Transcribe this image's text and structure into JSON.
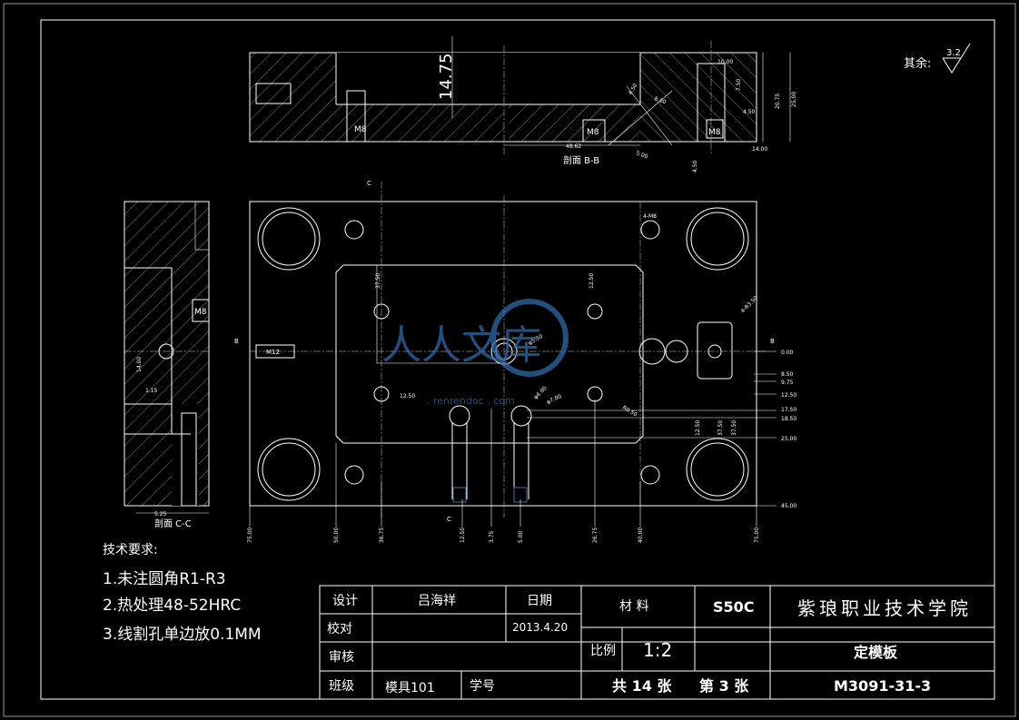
{
  "views": {
    "section_bb_label": "剖面 B-B",
    "section_cc_label": "剖面 C-C",
    "marker_b": "B",
    "marker_c": "C"
  },
  "roughness": {
    "label": "其余:",
    "value": "3.2"
  },
  "dimensions": {
    "depth_main": "14.75",
    "bb": [
      "10.00",
      "20.75",
      "25.00",
      "4.50",
      "7.50",
      "48.62",
      "14.00",
      "4.50",
      "8.00",
      "5.00",
      "4.50"
    ],
    "cc": [
      "1.15",
      "14.00",
      "5.25"
    ],
    "right": [
      "0.00",
      "8.50",
      "9.75",
      "12.50",
      "17.50",
      "18.50",
      "25.00",
      "45.00"
    ],
    "bottom": [
      "75.00",
      "50.00",
      "36.75",
      "12.50",
      "3.75",
      "5.00",
      "26.75",
      "40.00",
      "75.00"
    ],
    "holes": [
      "M8",
      "M8",
      "M8",
      "M12",
      "4-M8",
      "4-R3.50",
      "φ5.50",
      "φ4.00",
      "φ7.00",
      "R0.50",
      "12.50",
      "37.50",
      "12.50",
      "37.50"
    ]
  },
  "watermark": {
    "text": "人人文库",
    "url": ". renrendoc . com"
  },
  "tech_requirements": {
    "title": "技术要求:",
    "items": [
      "1.未注圆角R1-R3",
      "2.热处理48-52HRC",
      "3.线割孔单边放0.1MM"
    ]
  },
  "title_block": {
    "design_label": "设计",
    "designer": "吕海祥",
    "date_label": "日期",
    "check_label": "校对",
    "date": "2013.4.20",
    "review_label": "审核",
    "class_label": "班级",
    "class_value": "模具101",
    "student_no_label": "学号",
    "material_label": "材 料",
    "material_value": "S50C",
    "scale_label": "比例",
    "scale_value": "1:2",
    "sheets": "共 14 张",
    "sheet_no": "第 3 张",
    "school": "紫琅职业技术学院",
    "part_name": "定模板",
    "drawing_no": "M3091-31-3"
  }
}
